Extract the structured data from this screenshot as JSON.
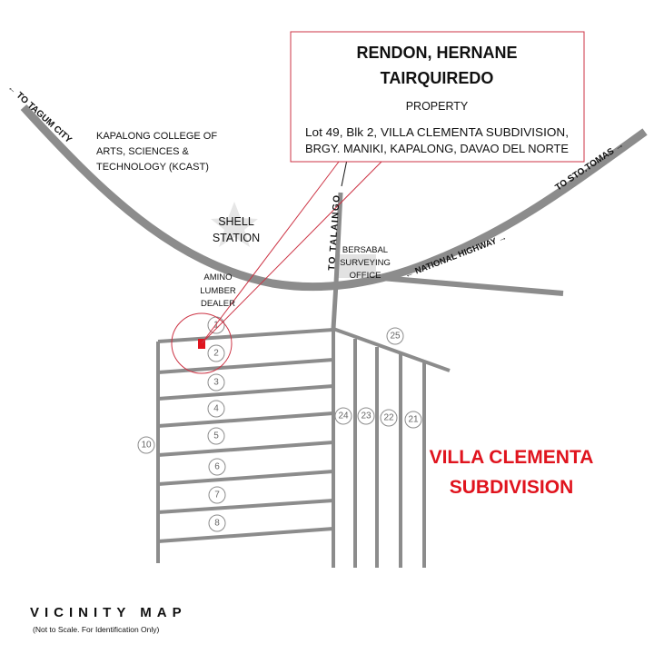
{
  "callout": {
    "owner_line1": "RENDON, HERNANE",
    "owner_line2": "TAIRQUIREDO",
    "property_label": "PROPERTY",
    "address_line1": "Lot 49, Blk 2, VILLA CLEMENTA SUBDIVISION,",
    "address_line2": "BRGY. MANIKI, KAPALONG, DAVAO DEL NORTE"
  },
  "roads": {
    "to_tagum": "← TO TAGUM CITY",
    "to_sto_tomas": "TO STO.TOMAS →",
    "national_highway": "← NATIONAL HIGHWAY →",
    "to_talaingo": "TO TALAINGO"
  },
  "landmarks": {
    "kcast": [
      "KAPALONG COLLEGE OF",
      "ARTS, SCIENCES &",
      "TECHNOLOGY (KCAST)"
    ],
    "shell": [
      "SHELL",
      "STATION"
    ],
    "amino": [
      "AMINO",
      "LUMBER",
      "DEALER"
    ],
    "bersabal": [
      "BERSABAL",
      "SURVEYING",
      "OFFICE"
    ]
  },
  "subdivision": {
    "name_line1": "VILLA CLEMENTA",
    "name_line2": "SUBDIVISION",
    "color": "#e0141e"
  },
  "lots": {
    "left_column": [
      "1",
      "2",
      "3",
      "4",
      "5",
      "6",
      "7",
      "8"
    ],
    "side": "10",
    "right_columns": [
      "24",
      "23",
      "22",
      "21"
    ],
    "top_right": "25"
  },
  "footer": {
    "title": "VICINITY MAP",
    "subtitle": "(Not to Scale. For Identification Only)"
  },
  "colors": {
    "road": "#8c8c8c",
    "callout_border": "#cc3344",
    "property_marker": "#e0141e"
  }
}
